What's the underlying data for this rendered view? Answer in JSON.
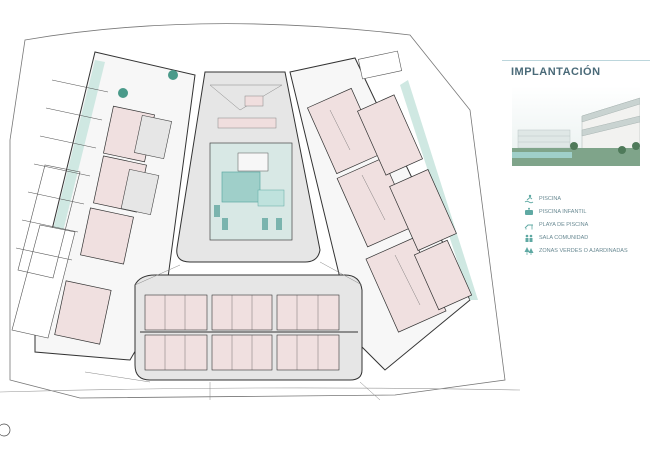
{
  "panel": {
    "title": "IMPLANTACIÓN"
  },
  "legend": {
    "items": [
      {
        "label": "PISCINA",
        "icon": "swimmer-icon"
      },
      {
        "label": "PISCINA INFANTIL",
        "icon": "child-pool-icon"
      },
      {
        "label": "PLAYA DE PISCINA",
        "icon": "sun-lounger-icon"
      },
      {
        "label": "SALA COMUNIDAD",
        "icon": "community-room-icon"
      },
      {
        "label": "ZONAS VERDES O AJARDINADAS",
        "icon": "tree-icon"
      }
    ]
  },
  "colors": {
    "pool": "#9fcfc9",
    "pool_dark": "#5fa9a3",
    "green": "#cfe8e2",
    "courtyard": "#e6e6e6",
    "apartment": "#f0e0e0",
    "wall": "#2a2a2a",
    "accent_text": "#4a6a78"
  }
}
